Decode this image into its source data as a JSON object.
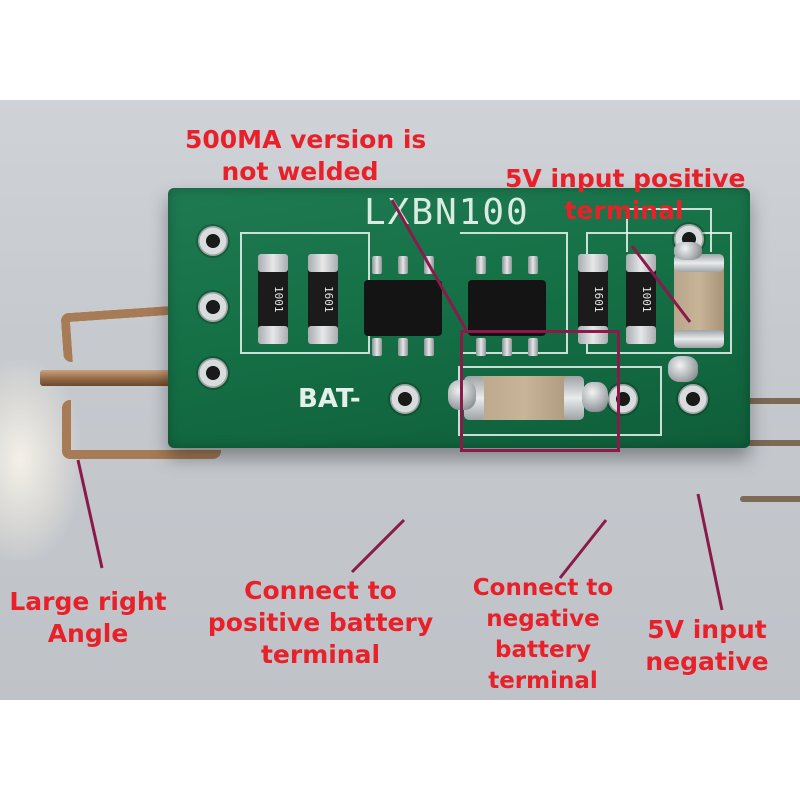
{
  "board": {
    "model_text": "LXBN100",
    "bat_label": "BAT-",
    "resistor_codes": [
      "1001",
      "1601",
      "1601",
      "1001"
    ]
  },
  "annotations": {
    "top_center": {
      "line1": "500MA version is",
      "line2": "not welded"
    },
    "top_right": {
      "line1": "5V input positive",
      "line2": "terminal"
    },
    "bottom_left": {
      "line1": "Large right",
      "line2": "Angle"
    },
    "bottom_center_left": {
      "line1": "Connect to",
      "line2": "positive battery",
      "line3": "terminal"
    },
    "bottom_center_right": {
      "line1": "Connect to",
      "line2": "negative",
      "line3": "battery",
      "line4": "terminal"
    },
    "bottom_right": {
      "line1": "5V input",
      "line2": "negative"
    }
  },
  "colors": {
    "annotation_text": "#e8202a",
    "pointer_line": "#8a1a4a",
    "pcb_green": "#157046"
  }
}
